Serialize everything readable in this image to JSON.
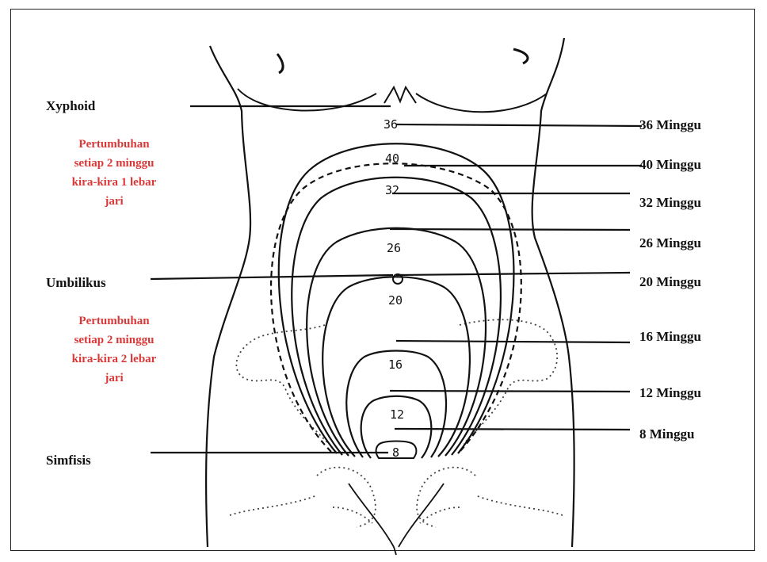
{
  "colors": {
    "note": "#d93838",
    "ink": "#111111"
  },
  "left_labels": {
    "xyphoid": "Xyphoid",
    "umbilikus": "Umbilikus",
    "simfisis": "Simfisis"
  },
  "notes": {
    "upper": [
      "Pertumbuhan",
      "setiap 2 minggu",
      "kira-kira 1 lebar",
      "jari"
    ],
    "lower": [
      "Pertumbuhan",
      "setiap 2 minggu",
      "kira-kira 2 lebar",
      "jari"
    ]
  },
  "week_labels": [
    "36 Minggu",
    "40 Minggu",
    "32 Minggu",
    "26 Minggu",
    "20 Minggu",
    "16 Minggu",
    "12 Minggu",
    "8 Minggu"
  ],
  "fundus_numbers": [
    "36",
    "40",
    "32",
    "26",
    "20",
    "16",
    "12",
    "8"
  ]
}
